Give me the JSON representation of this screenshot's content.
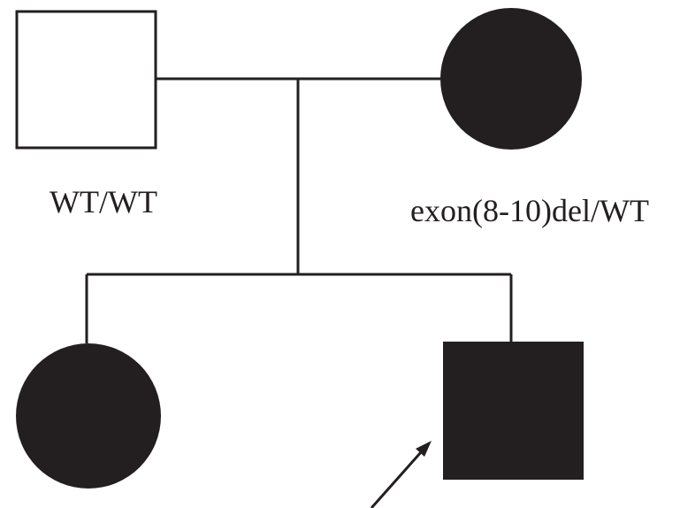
{
  "pedigree": {
    "father": {
      "sex": "male",
      "affected": false,
      "genotype": "WT/WT"
    },
    "mother": {
      "sex": "female",
      "affected": true,
      "genotype": "exon(8-10)del/WT"
    },
    "daughter": {
      "sex": "female",
      "affected": true
    },
    "proband": {
      "sex": "male",
      "affected": true,
      "is_proband": true
    }
  },
  "colors": {
    "stroke": "#231f20",
    "affected_fill": "#231f20",
    "unaffected_fill": "#ffffff"
  }
}
